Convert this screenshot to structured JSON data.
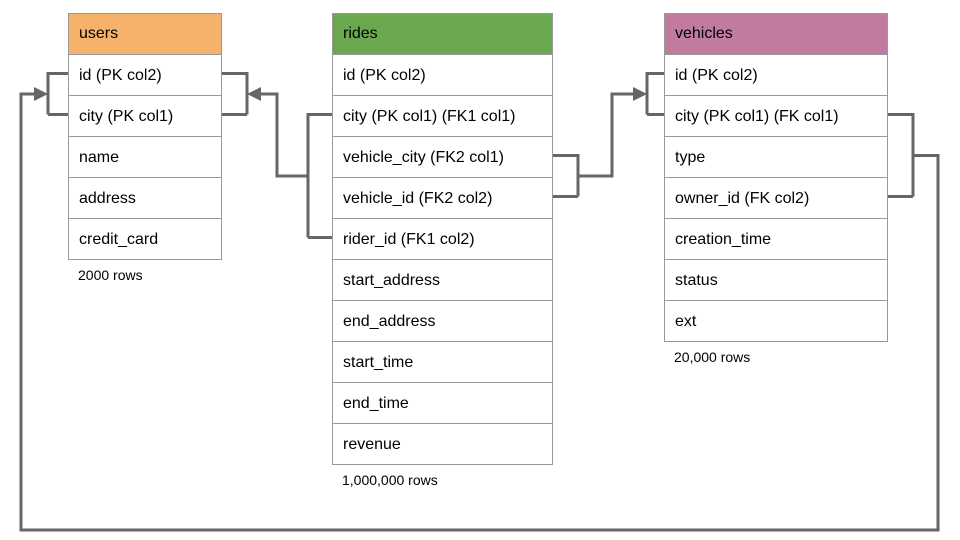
{
  "tables": {
    "users": {
      "title": "users",
      "header_color": "#f6b26b",
      "columns": [
        "id (PK col2)",
        "city (PK col1)",
        "name",
        "address",
        "credit_card"
      ],
      "row_count": "2000 rows"
    },
    "rides": {
      "title": "rides",
      "header_color": "#6aa84f",
      "columns": [
        "id (PK col2)",
        "city (PK col1) (FK1 col1)",
        "vehicle_city (FK2 col1)",
        "vehicle_id (FK2 col2)",
        "rider_id (FK1 col2)",
        "start_address",
        "end_address",
        "start_time",
        "end_time",
        "revenue"
      ],
      "row_count": "1,000,000 rows"
    },
    "vehicles": {
      "title": "vehicles",
      "header_color": "#c27ba0",
      "columns": [
        "id (PK col2)",
        "city (PK col1) (FK col1)",
        "type",
        "owner_id (FK col2)",
        "creation_time",
        "status",
        "ext"
      ],
      "row_count": "20,000 rows"
    }
  },
  "relationships": [
    {
      "name": "FK1",
      "from_table": "rides",
      "from_columns": [
        "city",
        "rider_id"
      ],
      "to_table": "users",
      "to_columns": [
        "city",
        "id"
      ]
    },
    {
      "name": "FK2",
      "from_table": "rides",
      "from_columns": [
        "vehicle_city",
        "vehicle_id"
      ],
      "to_table": "vehicles",
      "to_columns": [
        "city",
        "id"
      ]
    },
    {
      "name": "FK",
      "from_table": "vehicles",
      "from_columns": [
        "city",
        "owner_id"
      ],
      "to_table": "users",
      "to_columns": [
        "city",
        "id"
      ]
    }
  ],
  "colors": {
    "users_header": "#f6b26b",
    "rides_header": "#6aa84f",
    "vehicles_header": "#c27ba0",
    "connector": "#666666",
    "table_border": "#999999"
  }
}
